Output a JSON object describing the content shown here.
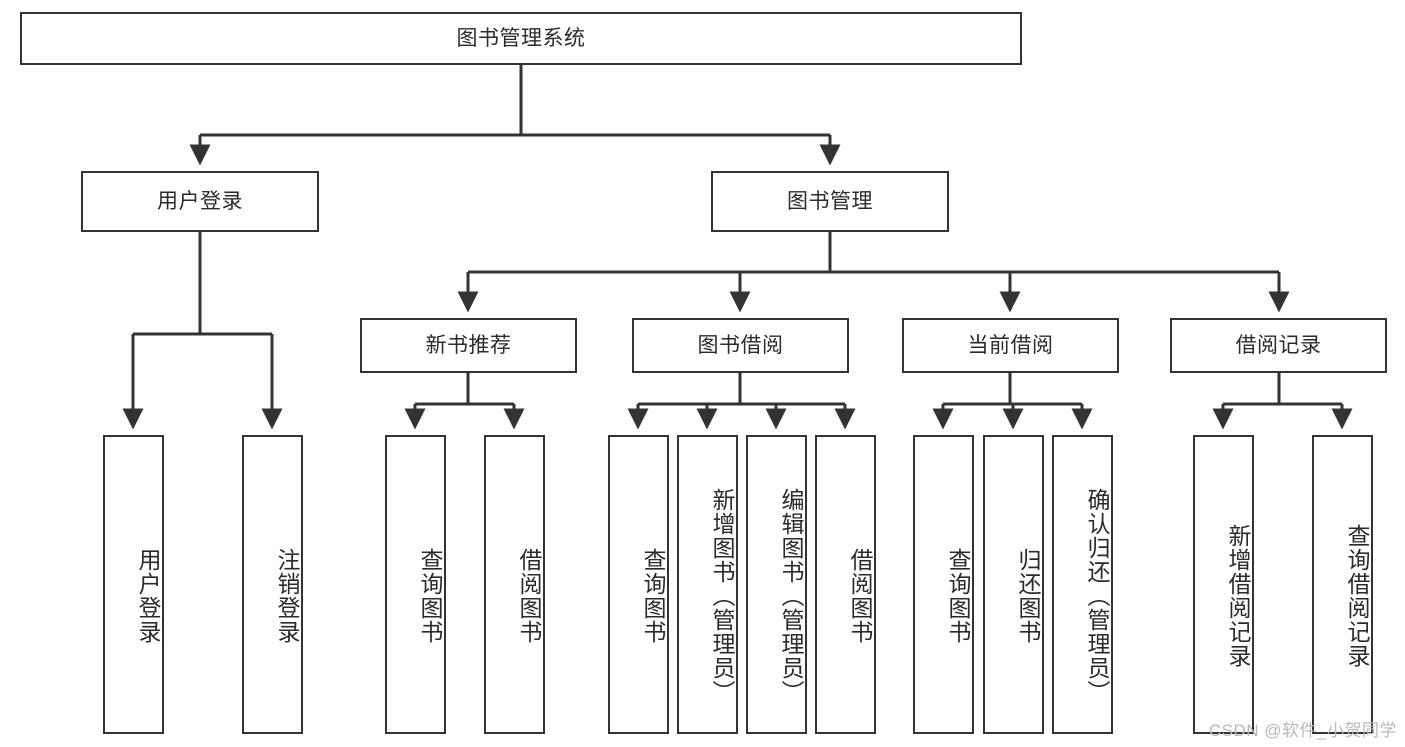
{
  "diagram": {
    "type": "tree-hierarchy",
    "title": "图书管理系统",
    "watermark": "CSDN @软件_小贺同学",
    "colors": {
      "stroke": "#333333",
      "fill": "#ffffff",
      "text": "#2b2b2b",
      "watermark": "#b9b9b9"
    },
    "levels": {
      "root": {
        "label": "图书管理系统"
      },
      "level2": [
        {
          "id": "user-login",
          "label": "用户登录"
        },
        {
          "id": "book-management",
          "label": "图书管理"
        }
      ],
      "level3": [
        {
          "id": "new-book-recommend",
          "label": "新书推荐",
          "parent": "book-management"
        },
        {
          "id": "book-borrow",
          "label": "图书借阅",
          "parent": "book-management"
        },
        {
          "id": "current-borrow",
          "label": "当前借阅",
          "parent": "book-management"
        },
        {
          "id": "borrow-record",
          "label": "借阅记录",
          "parent": "book-management"
        }
      ],
      "leaves": [
        {
          "id": "leaf-user-login",
          "label": "用户登录",
          "parent": "user-login"
        },
        {
          "id": "leaf-logout-login",
          "label": "注销登录",
          "parent": "user-login"
        },
        {
          "id": "leaf-query-book-1",
          "label": "查询图书",
          "parent": "new-book-recommend"
        },
        {
          "id": "leaf-borrow-book-1",
          "label": "借阅图书",
          "parent": "new-book-recommend"
        },
        {
          "id": "leaf-query-book-2",
          "label": "查询图书",
          "parent": "book-borrow"
        },
        {
          "id": "leaf-add-book",
          "label": "新增图书（管理员）",
          "parent": "book-borrow"
        },
        {
          "id": "leaf-edit-book",
          "label": "编辑图书（管理员）",
          "parent": "book-borrow"
        },
        {
          "id": "leaf-borrow-book-2",
          "label": "借阅图书",
          "parent": "book-borrow"
        },
        {
          "id": "leaf-query-book-3",
          "label": "查询图书",
          "parent": "current-borrow"
        },
        {
          "id": "leaf-return-book",
          "label": "归还图书",
          "parent": "current-borrow"
        },
        {
          "id": "leaf-confirm-return",
          "label": "确认归还（管理员）",
          "parent": "current-borrow"
        },
        {
          "id": "leaf-add-record",
          "label": "新增借阅记录",
          "parent": "borrow-record"
        },
        {
          "id": "leaf-query-record",
          "label": "查询借阅记录",
          "parent": "borrow-record"
        }
      ]
    }
  }
}
